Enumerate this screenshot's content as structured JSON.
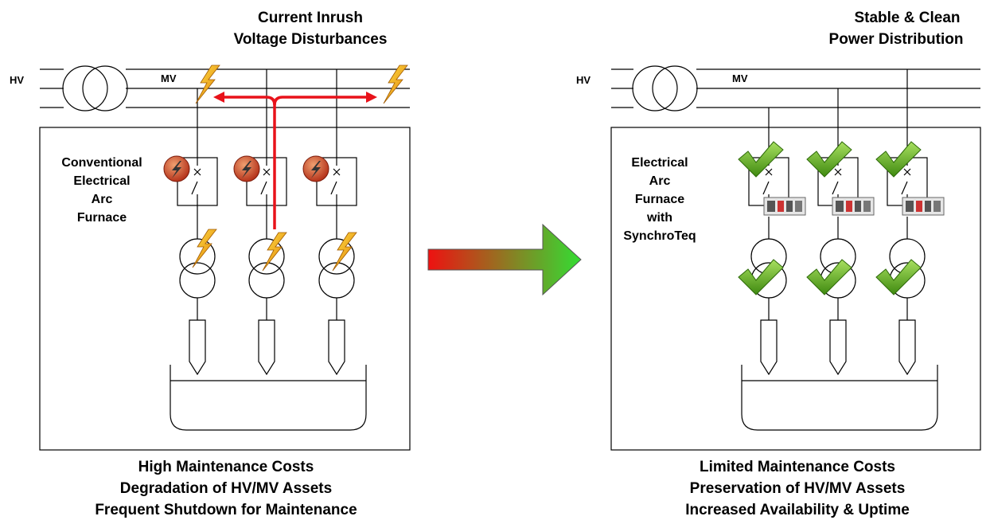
{
  "colors": {
    "line": "#000000",
    "red_arrow": "#e8121a",
    "bolt_yellow": "#f5c400",
    "bolt_orange": "#e87b00",
    "fault_red": "#c0321c",
    "check_green": "#5aa51c",
    "gradient_start": "#ee1111",
    "gradient_end": "#33dd33"
  },
  "left": {
    "heading": [
      "Current Inrush",
      "Voltage Disturbances"
    ],
    "hv_label": "HV",
    "mv_label": "MV",
    "furnace_label": [
      "Conventional",
      "Electrical",
      "Arc",
      "Furnace"
    ],
    "footer": [
      "High Maintenance Costs",
      "Degradation of HV/MV Assets",
      "Frequent Shutdown for Maintenance"
    ]
  },
  "right": {
    "heading": [
      "Stable & Clean",
      "Power Distribution"
    ],
    "hv_label": "HV",
    "mv_label": "MV",
    "furnace_label": [
      "Electrical",
      "Arc",
      "Furnace",
      "with",
      "SynchroTeq"
    ],
    "footer": [
      "Limited Maintenance Costs",
      "Preservation of HV/MV Assets",
      "Increased Availability & Uptime"
    ]
  },
  "icons": {
    "disturbance": "lightning-bolt-icon",
    "breaker_fault": "fault-badge-icon",
    "ok": "green-check-icon",
    "device": "synchroteq-device-icon",
    "transition": "gradient-arrow-icon"
  }
}
